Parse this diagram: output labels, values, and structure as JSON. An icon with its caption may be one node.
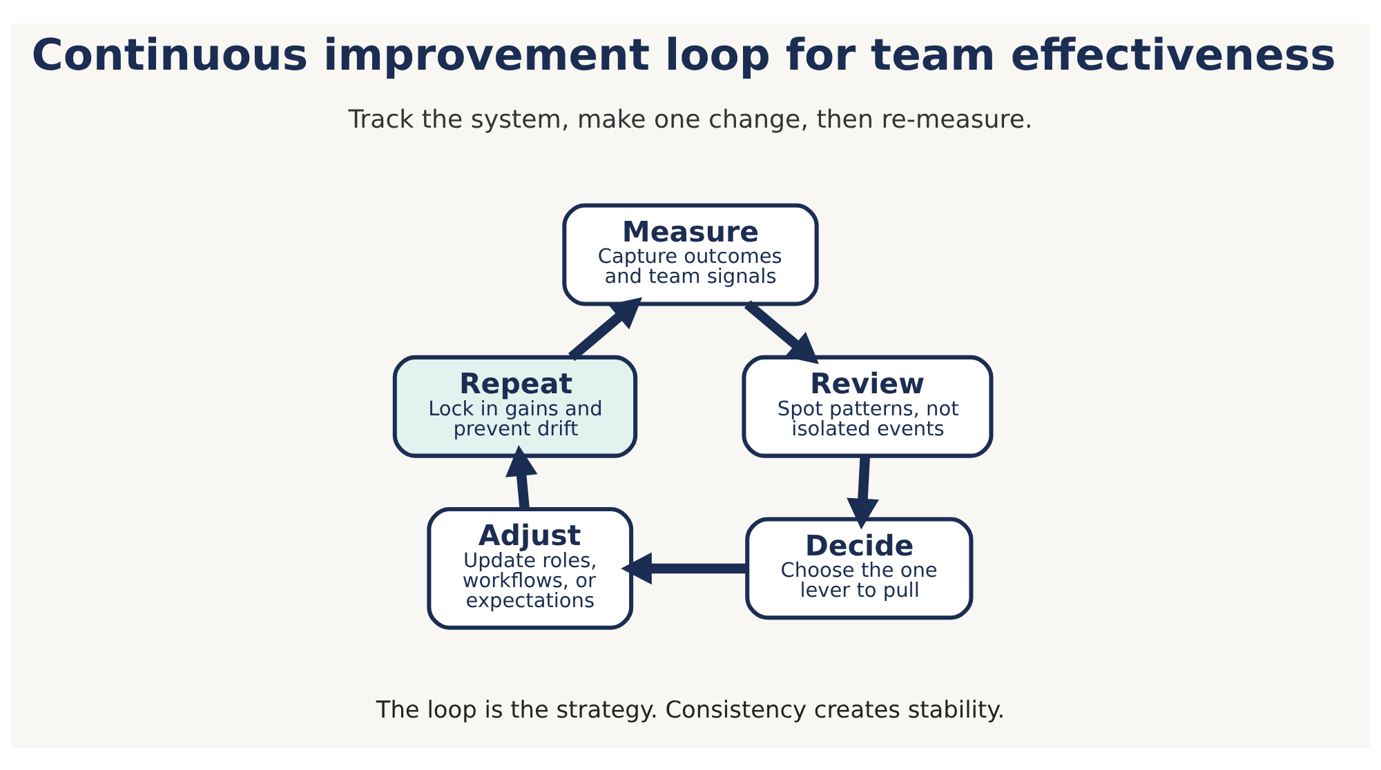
{
  "diagram": {
    "title": "Continuous improvement loop for team effectiveness",
    "caption": "The loop is the strategy. Consistency creates stability.",
    "nodes": [
      {
        "text": [
          "Measure",
          "Capture outcomes and team signals"
        ]
      },
      {
        "text": [
          "Repeat",
          "Lock in gains and prevent drift"
        ]
      },
      {
        "text": [
          "Review",
          "Spot patterns, not isolated events"
        ]
      },
      {
        "text": [
          "Adjust",
          "Update roles, workflows, or expectations"
        ]
      },
      {
        "text": [
          "Decide",
          "Choose the one lever to pull"
        ]
      }
    ],
    "edges": [
      {
        "from": 0,
        "to": 2,
        "arrow": "to"
      },
      {
        "from": 2,
        "to": 4,
        "arrow": "to"
      },
      {
        "from": 4,
        "to": 3,
        "arrow": "to"
      },
      {
        "from": 3,
        "to": 1,
        "arrow": "to"
      },
      {
        "from": 1,
        "to": 0,
        "arrow": "to"
      }
    ],
    "labels": [
      "Track the system, make one change, then re-measure."
    ]
  }
}
